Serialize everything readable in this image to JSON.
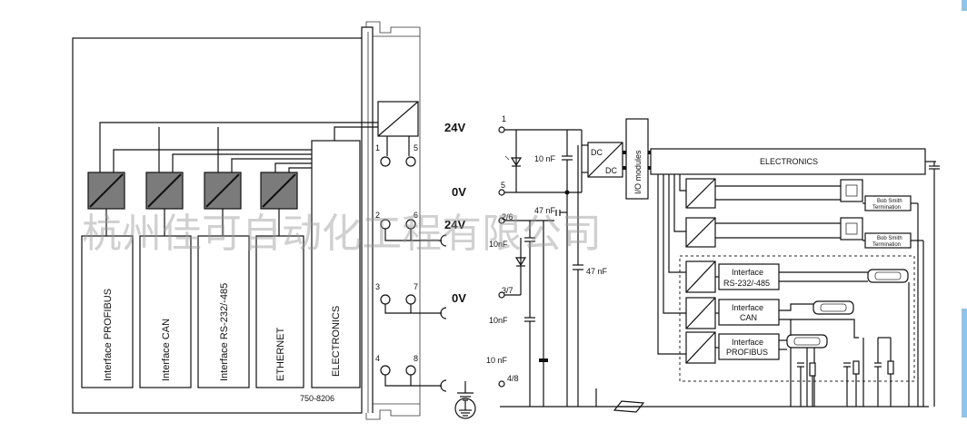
{
  "module": {
    "part_number": "750-8206",
    "blocks": [
      "Interface PROFIBUS",
      "Interface CAN",
      "Interface RS-232/-485",
      "ETHERNET",
      "ELECTRONICS"
    ],
    "contacts": {
      "c1": "1",
      "c2": "2",
      "c3": "3",
      "c4": "4",
      "c5": "5",
      "c6": "6",
      "c7": "7",
      "c8": "8"
    }
  },
  "power": {
    "v24a": "24V",
    "v0a": "0V",
    "v24b": "24V",
    "v0b": "0V"
  },
  "schematic": {
    "pins": {
      "p1": "1",
      "p5": "5",
      "p26": "2/6",
      "p37": "3/7",
      "p48": "4/8"
    },
    "caps": {
      "c_a": "10 nF",
      "c_b": "47 nF",
      "c_c": "10nF",
      "c_d": "47 nF",
      "c_e": "10nF",
      "c_f": "10 nF"
    },
    "dc_top": "DC",
    "dc_bottom": "DC",
    "io_modules": "I/O modules",
    "electronics": "ELECTRONICS",
    "termination_line1": "Bob Smith",
    "termination_line2": "Termination",
    "interfaces": [
      {
        "line1": "Interface",
        "line2": "RS-232/-485"
      },
      {
        "line1": "Interface",
        "line2": "CAN"
      },
      {
        "line1": "Interface",
        "line2": "PROFIBUS"
      }
    ]
  },
  "watermark": "杭州佳可自动化工程有限公司"
}
